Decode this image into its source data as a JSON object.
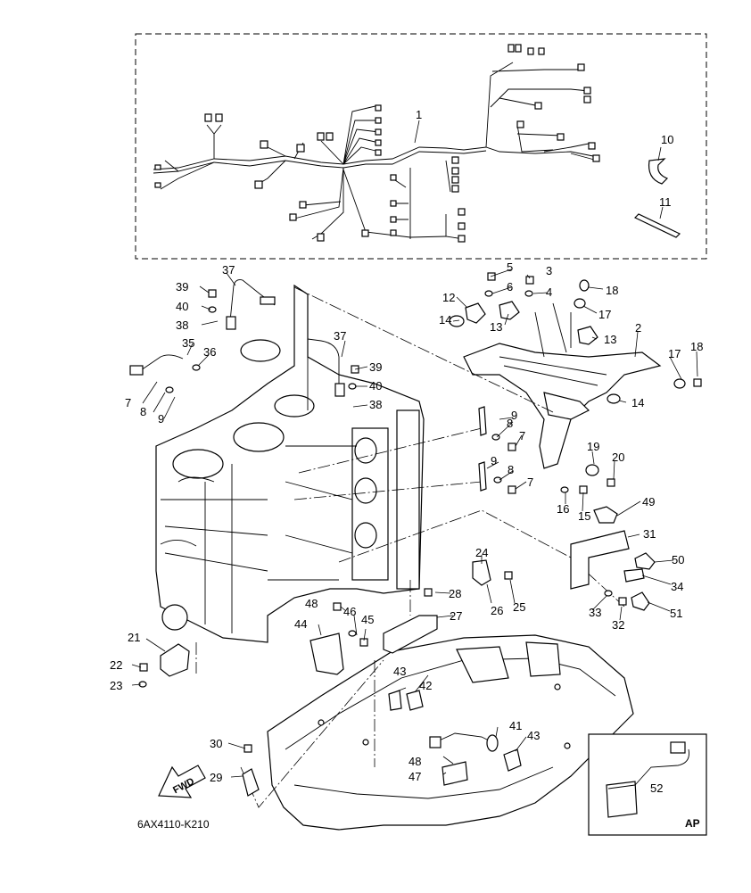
{
  "diagram": {
    "drawing_code": "6AX4110-K210",
    "forward_marker": "FWD",
    "ap_box_label": "AP",
    "callouts": {
      "c1": "1",
      "c2": "2",
      "c3": "3",
      "c4": "4",
      "c5": "5",
      "c6": "6",
      "c7a": "7",
      "c7b": "7",
      "c7c": "7",
      "c8a": "8",
      "c8b": "8",
      "c8c": "8",
      "c9a": "9",
      "c9b": "9",
      "c9c": "9",
      "c10": "10",
      "c11": "11",
      "c12": "12",
      "c13a": "13",
      "c13b": "13",
      "c14a": "14",
      "c14b": "14",
      "c15": "15",
      "c16": "16",
      "c17a": "17",
      "c17b": "17",
      "c18a": "18",
      "c18b": "18",
      "c19": "19",
      "c20": "20",
      "c21": "21",
      "c22": "22",
      "c23": "23",
      "c24": "24",
      "c25": "25",
      "c26": "26",
      "c27": "27",
      "c28": "28",
      "c29": "29",
      "c30": "30",
      "c31": "31",
      "c32": "32",
      "c33": "33",
      "c34": "34",
      "c35": "35",
      "c36": "36",
      "c37a": "37",
      "c37b": "37",
      "c38a": "38",
      "c38b": "38",
      "c39a": "39",
      "c39b": "39",
      "c40a": "40",
      "c40b": "40",
      "c41": "41",
      "c42": "42",
      "c43a": "43",
      "c43b": "43",
      "c44": "44",
      "c45": "45",
      "c46": "46",
      "c47": "47",
      "c48a": "48",
      "c48b": "48",
      "c49": "49",
      "c50": "50",
      "c51": "51",
      "c52": "52"
    }
  }
}
